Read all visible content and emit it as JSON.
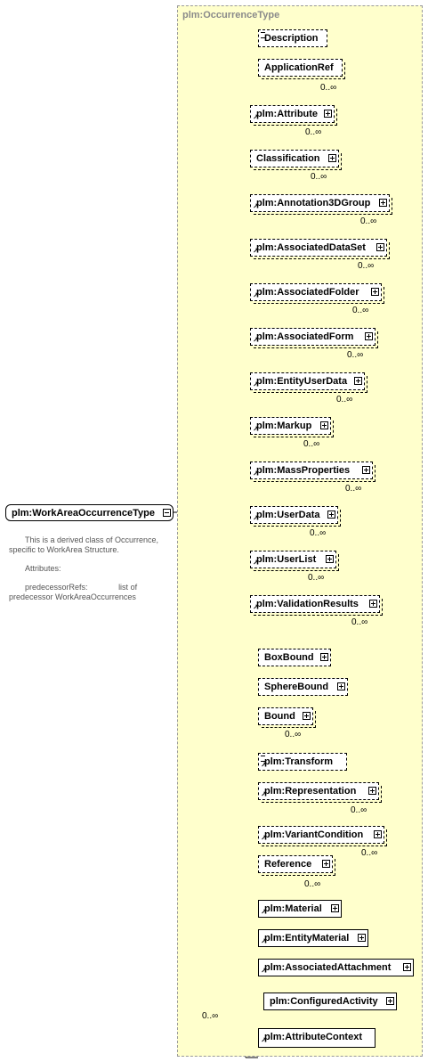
{
  "root": {
    "label": "plm:WorkAreaOccurrenceType"
  },
  "doc": {
    "line1": "This is a derived class of Occurrence,",
    "line2": "specific to WorkArea Structure.",
    "line3": "Attributes:",
    "line4a": "predecessorRefs:",
    "line4b": "list of",
    "line5": "predecessor WorkAreaOccurrences"
  },
  "base_type": {
    "label": "plm:OccurrenceType"
  },
  "cardinality": {
    "many": "0..∞"
  },
  "group1": [
    {
      "label": "Description"
    },
    {
      "label": "ApplicationRef",
      "card": "0..∞"
    }
  ],
  "group2": [
    {
      "label": "plm:Attribute",
      "card": "0..∞"
    },
    {
      "label": "Classification",
      "card": "0..∞"
    },
    {
      "label": "plm:Annotation3DGroup",
      "card": "0..∞"
    },
    {
      "label": "plm:AssociatedDataSet",
      "card": "0..∞"
    },
    {
      "label": "plm:AssociatedFolder",
      "card": "0..∞"
    },
    {
      "label": "plm:AssociatedForm",
      "card": "0..∞"
    },
    {
      "label": "plm:EntityUserData",
      "card": "0..∞"
    },
    {
      "label": "plm:Markup",
      "card": "0..∞"
    },
    {
      "label": "plm:MassProperties",
      "card": "0..∞"
    },
    {
      "label": "plm:UserData",
      "card": "0..∞"
    },
    {
      "label": "plm:UserList",
      "card": "0..∞"
    },
    {
      "label": "plm:ValidationResults",
      "card": "0..∞"
    }
  ],
  "group3": [
    {
      "label": "BoxBound"
    },
    {
      "label": "SphereBound"
    },
    {
      "label": "Bound",
      "card": "0..∞"
    }
  ],
  "group4": [
    {
      "label": "plm:Transform"
    },
    {
      "label": "plm:Representation",
      "card": "0..∞"
    },
    {
      "label": "plm:VariantCondition",
      "card": "0..∞"
    },
    {
      "label": "Reference",
      "card": "0..∞"
    }
  ],
  "choice": {
    "card": "0..∞",
    "items": [
      {
        "label": "plm:Material"
      },
      {
        "label": "plm:EntityMaterial"
      },
      {
        "label": "plm:AssociatedAttachment"
      },
      {
        "label": "plm:ConfiguredActivity"
      },
      {
        "label": "plm:AttributeContext"
      }
    ]
  }
}
